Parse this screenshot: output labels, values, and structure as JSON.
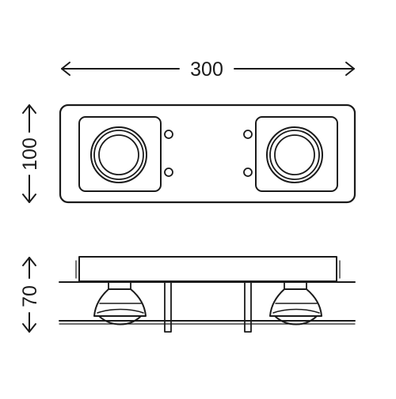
{
  "dimensions": {
    "width": "300",
    "height": "100",
    "depth": "70"
  },
  "colors": {
    "line": "#1a1a1a",
    "background": "#ffffff"
  }
}
